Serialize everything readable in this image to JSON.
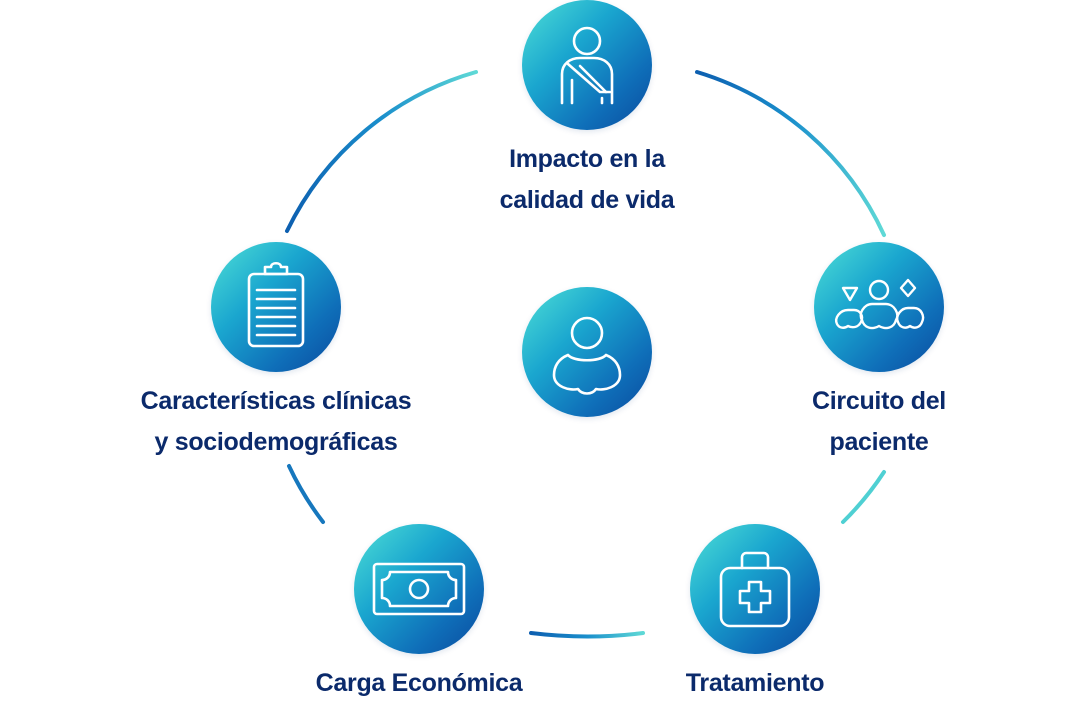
{
  "diagram": {
    "colors": {
      "text": "#0b2a6b",
      "gradient_light": "#4fe0d6",
      "gradient_mid": "#1aa6cf",
      "gradient_dark": "#0a4a9e",
      "ring_light": "#5fd9d6",
      "ring_dark": "#0d5fb0",
      "icon_stroke": "#ffffff"
    },
    "center": {
      "icon": "user-icon"
    },
    "nodes": [
      {
        "id": "calidad",
        "icon": "injured-arm-sling-icon",
        "lines": [
          "Impacto en la",
          "calidad de vida"
        ]
      },
      {
        "id": "circuito",
        "icon": "people-group-icon",
        "lines": [
          "Circuito del",
          "paciente"
        ]
      },
      {
        "id": "tratamiento",
        "icon": "first-aid-kit-icon",
        "lines": [
          "Tratamiento"
        ]
      },
      {
        "id": "carga",
        "icon": "banknote-icon",
        "lines": [
          "Carga Económica"
        ]
      },
      {
        "id": "caracteristicas",
        "icon": "clipboard-icon",
        "lines": [
          "Características clínicas",
          "y sociodemográficas"
        ]
      }
    ]
  }
}
